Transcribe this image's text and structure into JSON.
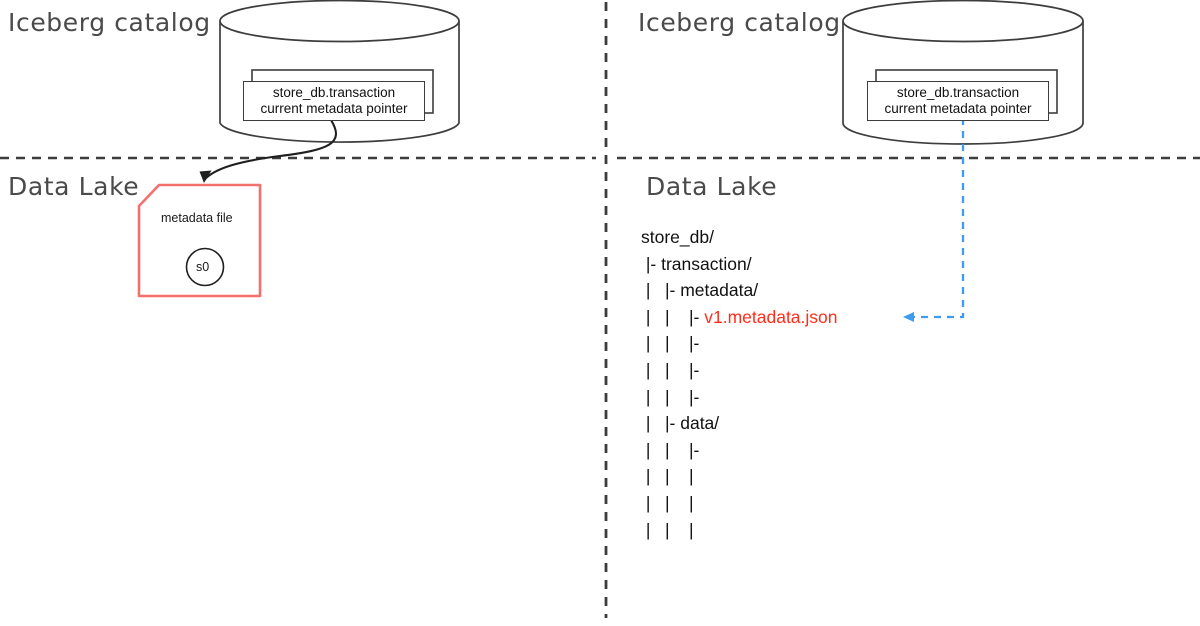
{
  "diagram": {
    "title": "Iceberg catalog and Data Lake metadata pointer",
    "colors": {
      "metadata_file_outline": "#f4706e",
      "highlight_text": "#ff2d1a",
      "pointer_arrow": "#3e9bf0",
      "stroke": "#3d3d3d",
      "heading_text": "#4a4a4a"
    }
  },
  "left_panel": {
    "catalog_heading": "Iceberg catalog",
    "lake_heading": "Data Lake",
    "catalog_card": {
      "line1": "store_db.transaction",
      "line2": "current metadata pointer"
    },
    "metadata_file": {
      "label": "metadata file",
      "snapshot": "s0"
    }
  },
  "right_panel": {
    "catalog_heading": "Iceberg catalog",
    "lake_heading": "Data Lake",
    "catalog_card": {
      "line1": "store_db.transaction",
      "line2": "current metadata pointer"
    },
    "file_tree": [
      {
        "prefix": "store_db/",
        "highlight": ""
      },
      {
        "prefix": " |- transaction/",
        "highlight": ""
      },
      {
        "prefix": " |   |- metadata/",
        "highlight": ""
      },
      {
        "prefix": " |   |    |- ",
        "highlight": "v1.metadata.json"
      },
      {
        "prefix": " |   |    |-",
        "highlight": ""
      },
      {
        "prefix": " |   |    |-",
        "highlight": ""
      },
      {
        "prefix": " |   |    |-",
        "highlight": ""
      },
      {
        "prefix": " |   |- data/",
        "highlight": ""
      },
      {
        "prefix": " |   |    |-",
        "highlight": ""
      },
      {
        "prefix": " |   |    |",
        "highlight": ""
      },
      {
        "prefix": " |   |    |",
        "highlight": ""
      },
      {
        "prefix": " |   |    |",
        "highlight": ""
      }
    ]
  }
}
